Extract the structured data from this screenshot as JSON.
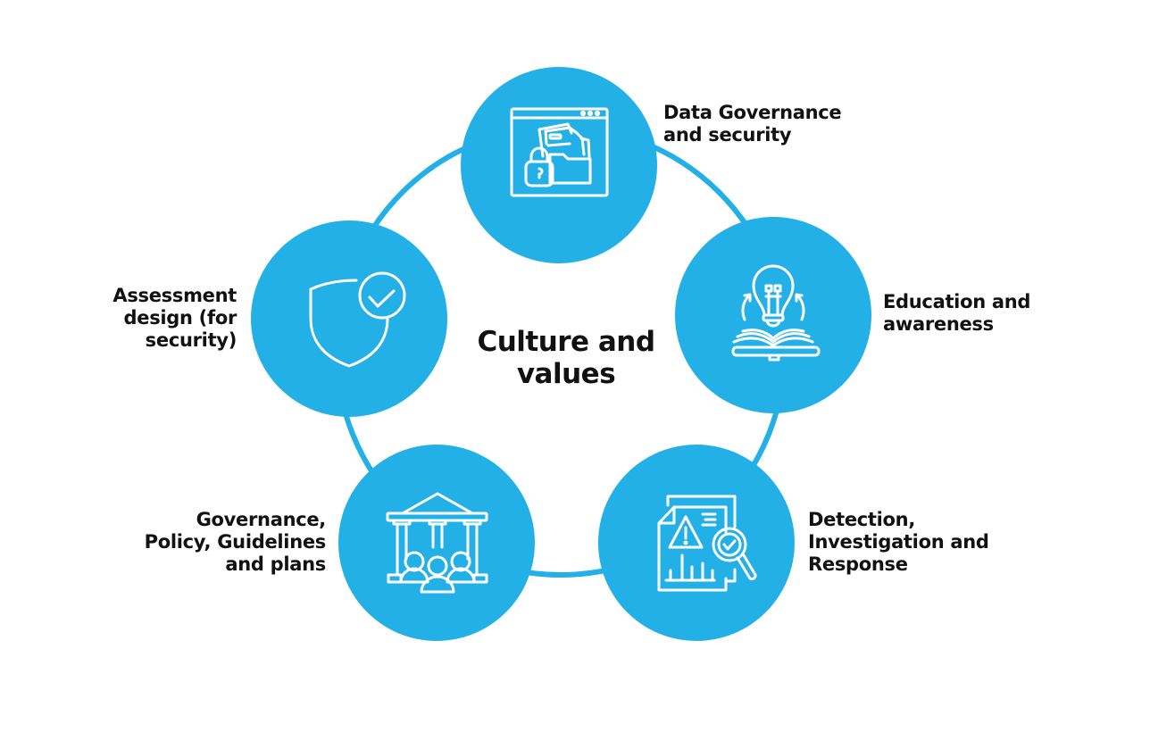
{
  "diagram": {
    "center_title": "Culture and\nvalues",
    "accent_color": "#23B0E6",
    "text_color": "#111111",
    "nodes": [
      {
        "id": "data-governance",
        "label": "Data Governance\nand security",
        "icon": "locked-folder-window-icon"
      },
      {
        "id": "education",
        "label": "Education and\nawareness",
        "icon": "lightbulb-book-icon"
      },
      {
        "id": "detection",
        "label": "Detection,\nInvestigation and\nResponse",
        "icon": "alert-report-magnifier-icon"
      },
      {
        "id": "governance-policy",
        "label": "Governance,\nPolicy, Guidelines\nand plans",
        "icon": "institution-people-icon"
      },
      {
        "id": "assessment",
        "label": "Assessment\ndesign (for\nsecurity)",
        "icon": "shield-check-icon"
      }
    ]
  }
}
